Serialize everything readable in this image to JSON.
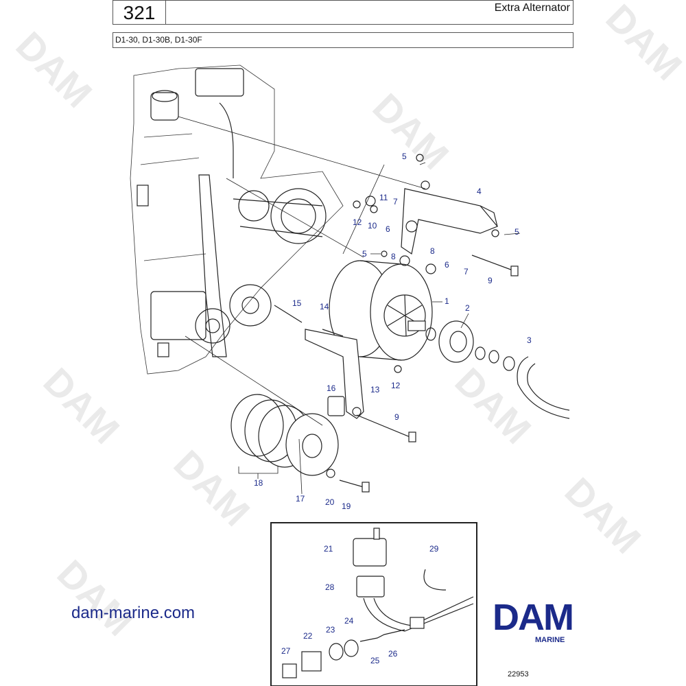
{
  "header": {
    "page_number": "321",
    "title": "Extra Alternator",
    "models": "D1-30, D1-30B, D1-30F"
  },
  "watermark": "DAM",
  "callouts": [
    {
      "label": "1"
    },
    {
      "label": "2"
    },
    {
      "label": "3"
    },
    {
      "label": "4"
    },
    {
      "label": "5"
    },
    {
      "label": "5"
    },
    {
      "label": "5"
    },
    {
      "label": "6"
    },
    {
      "label": "6"
    },
    {
      "label": "7"
    },
    {
      "label": "7"
    },
    {
      "label": "8"
    },
    {
      "label": "8"
    },
    {
      "label": "9"
    },
    {
      "label": "9"
    },
    {
      "label": "10"
    },
    {
      "label": "11"
    },
    {
      "label": "12"
    },
    {
      "label": "12"
    },
    {
      "label": "13"
    },
    {
      "label": "14"
    },
    {
      "label": "15"
    },
    {
      "label": "16"
    },
    {
      "label": "17"
    },
    {
      "label": "18"
    },
    {
      "label": "19"
    },
    {
      "label": "20"
    },
    {
      "label": "21"
    },
    {
      "label": "22"
    },
    {
      "label": "23"
    },
    {
      "label": "24"
    },
    {
      "label": "25"
    },
    {
      "label": "26"
    },
    {
      "label": "27"
    },
    {
      "label": "28"
    },
    {
      "label": "29"
    }
  ],
  "footer": {
    "site": "dam-marine.com",
    "logo_text": "DAM",
    "logo_subtext": "MARINE",
    "drawing_id": "22953"
  },
  "colors": {
    "callout": "#1b2a8a",
    "logo": "#1b2a8a",
    "line": "#222222"
  }
}
